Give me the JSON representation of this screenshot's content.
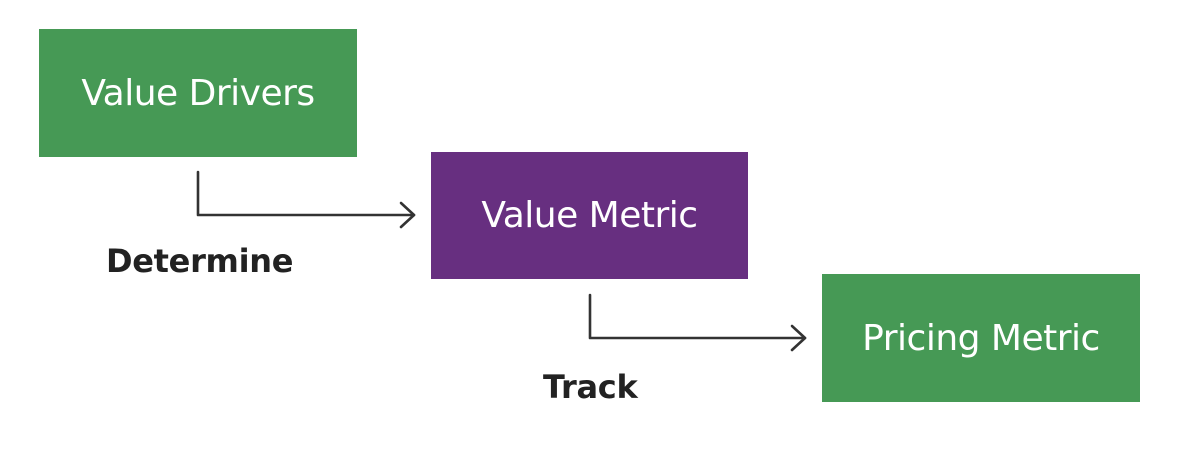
{
  "colors": {
    "green": "#469955",
    "purple": "#672f80",
    "text_dark": "#222222",
    "arrow": "#333333"
  },
  "nodes": {
    "value_drivers": "Value Drivers",
    "value_metric": "Value Metric",
    "pricing_metric": "Pricing Metric"
  },
  "edges": {
    "determine": "Determine",
    "track": "Track"
  }
}
